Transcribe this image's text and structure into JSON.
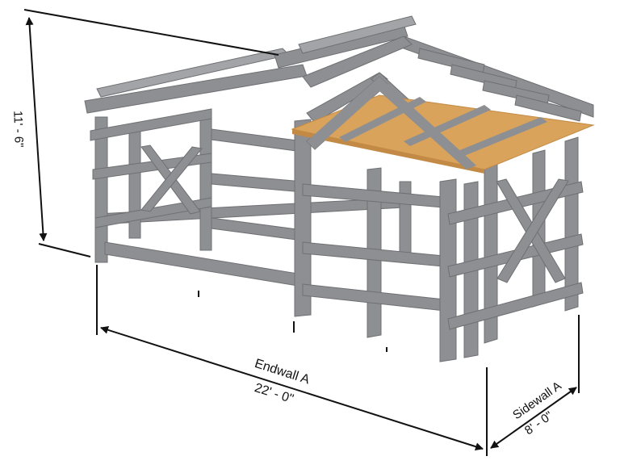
{
  "dimensions": {
    "height": {
      "value": "11' - 6\""
    },
    "endwall": {
      "label": "Endwall A",
      "value": "22' - 0\""
    },
    "sidewall": {
      "label": "Sidewall A",
      "value": "8' - 0\""
    }
  },
  "colors": {
    "frame": "#8e8f92",
    "frame_dark": "#76777a",
    "frame_light": "#a3a4a7",
    "plywood": "#d9a35c",
    "plywood_dark": "#c28a45",
    "dimension_line": "#111111"
  }
}
